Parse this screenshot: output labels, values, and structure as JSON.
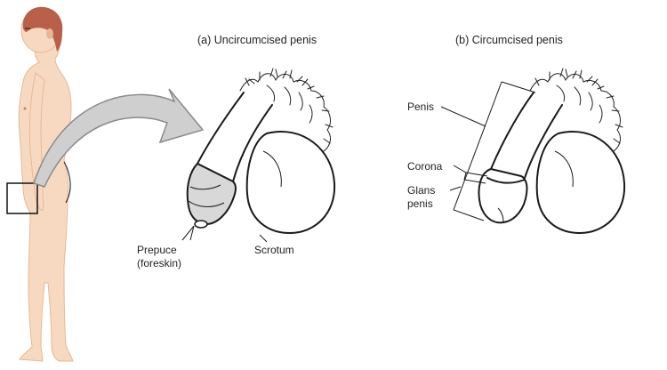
{
  "panels": [
    {
      "id": "a",
      "title": "(a) Uncircumcised penis"
    },
    {
      "id": "b",
      "title": "(b) Circumcised penis"
    }
  ],
  "labels": {
    "prepuce_line1": "Prepuce",
    "prepuce_line2": "(foreskin)",
    "scrotum": "Scrotum",
    "penis": "Penis",
    "corona": "Corona",
    "glans_line1": "Glans",
    "glans_line2": "penis"
  },
  "colors": {
    "skin": "#f7d9c2",
    "skin_shadow": "#e7b896",
    "hair": "#b8604a",
    "arrow_fill": "#cfcfcf",
    "arrow_stroke": "#8a8a8a",
    "foreskin_tint": "#d8d8d8",
    "ink": "#1a1a1a"
  }
}
